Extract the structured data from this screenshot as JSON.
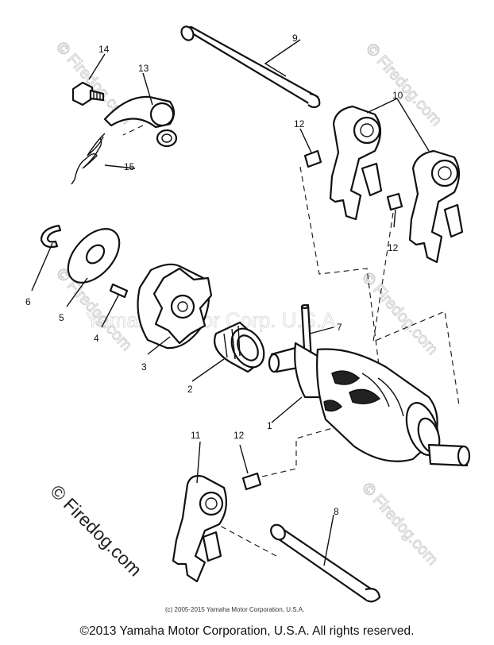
{
  "diagram": {
    "callouts": [
      "1",
      "2",
      "3",
      "4",
      "5",
      "6",
      "7",
      "8",
      "9",
      "10",
      "11",
      "12",
      "12",
      "12",
      "13",
      "14",
      "15"
    ],
    "watermarks": {
      "center": "Yamaha Motor Corp. U.S.A.",
      "repeated": "© Firedog.com",
      "left_logo": "© Firedog.com"
    },
    "small_copyright": "(c) 2005-2015 Yamaha Motor Corporation, U.S.A."
  },
  "footer": {
    "text": "©2013 Yamaha Motor Corporation, U.S.A. All rights reserved."
  }
}
